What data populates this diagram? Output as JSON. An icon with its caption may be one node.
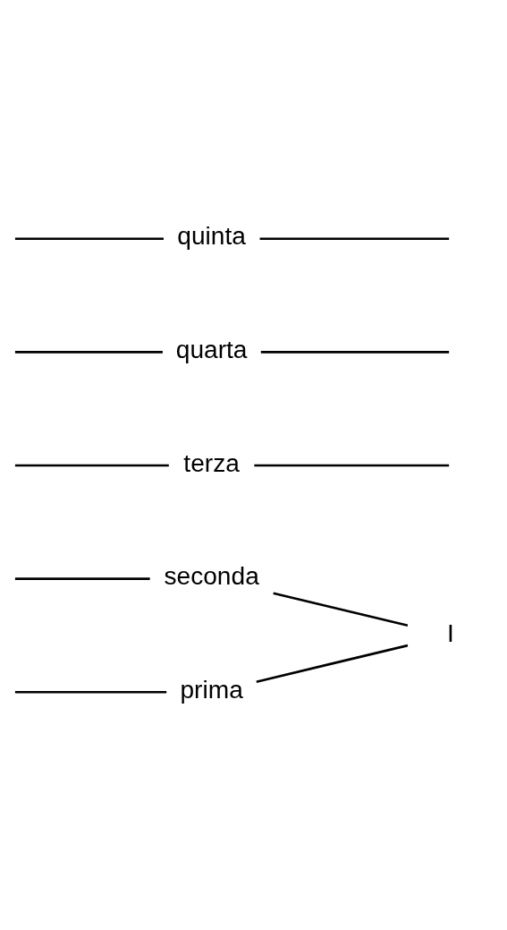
{
  "diagram": {
    "nodes": [
      {
        "text": [
          "prima"
        ]
      },
      {
        "text": [
          "seconda"
        ]
      },
      {
        "text": [
          "terza"
        ]
      },
      {
        "text": [
          "quarta"
        ]
      },
      {
        "text": [
          "quinta"
        ]
      },
      {
        "text": [
          "I"
        ]
      }
    ],
    "edges": [
      {
        "from": null,
        "to": 0,
        "arrow": "none"
      },
      {
        "from": null,
        "to": 1,
        "arrow": "none"
      },
      {
        "from": null,
        "to": 2,
        "arrow": "none"
      },
      {
        "from": null,
        "to": 3,
        "arrow": "none"
      },
      {
        "from": null,
        "to": 4,
        "arrow": "none"
      },
      {
        "from": 0,
        "to": 5,
        "arrow": "none"
      },
      {
        "from": 1,
        "to": 5,
        "arrow": "none"
      },
      {
        "from": 2,
        "to": null,
        "arrow": "none"
      },
      {
        "from": 3,
        "to": null,
        "arrow": "none"
      },
      {
        "from": 4,
        "to": null,
        "arrow": "none"
      }
    ]
  }
}
